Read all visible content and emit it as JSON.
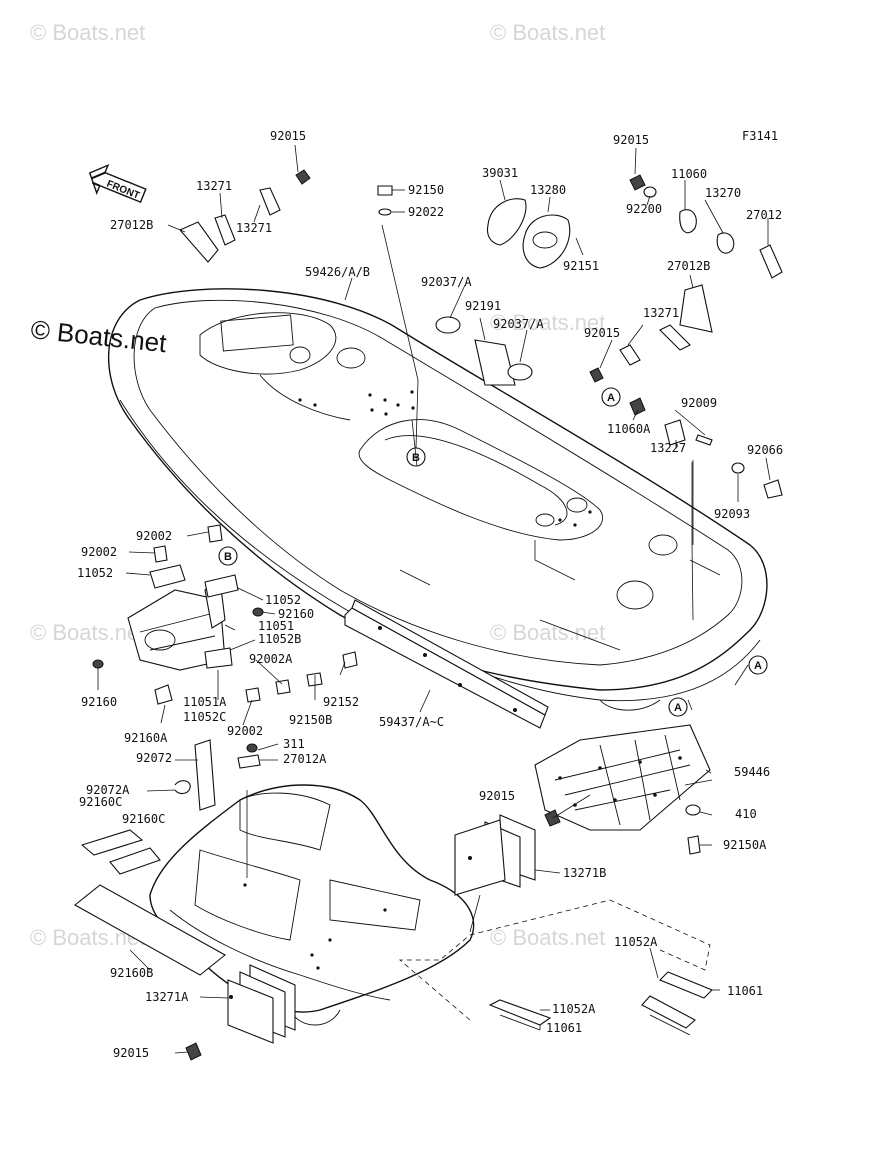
{
  "figure_code": "F3141",
  "front_label": "FRONT",
  "watermarks": {
    "faint": "© Boats.net",
    "large": "© Boats.net"
  },
  "callouts": {
    "a": "A",
    "b": "B"
  },
  "parts": [
    {
      "id": "p1",
      "label": "92015"
    },
    {
      "id": "p2",
      "label": "13271"
    },
    {
      "id": "p3",
      "label": "27012B"
    },
    {
      "id": "p4",
      "label": "13271"
    },
    {
      "id": "p5",
      "label": "92150"
    },
    {
      "id": "p6",
      "label": "92022"
    },
    {
      "id": "p7",
      "label": "59426/A/B"
    },
    {
      "id": "p8",
      "label": "39031"
    },
    {
      "id": "p9",
      "label": "13280"
    },
    {
      "id": "p10",
      "label": "92151"
    },
    {
      "id": "p11",
      "label": "92037/A"
    },
    {
      "id": "p12",
      "label": "92191"
    },
    {
      "id": "p13",
      "label": "92037/A"
    },
    {
      "id": "p14",
      "label": "92015"
    },
    {
      "id": "p15",
      "label": "11060"
    },
    {
      "id": "p16",
      "label": "13270"
    },
    {
      "id": "p17",
      "label": "27012"
    },
    {
      "id": "p18",
      "label": "92200"
    },
    {
      "id": "p19",
      "label": "27012B"
    },
    {
      "id": "p20",
      "label": "13271"
    },
    {
      "id": "p21",
      "label": "92015"
    },
    {
      "id": "p22",
      "label": "92009"
    },
    {
      "id": "p23",
      "label": "11060A"
    },
    {
      "id": "p24",
      "label": "13227"
    },
    {
      "id": "p25",
      "label": "92066"
    },
    {
      "id": "p26",
      "label": "92093"
    },
    {
      "id": "p27",
      "label": "92002"
    },
    {
      "id": "p28",
      "label": "92002"
    },
    {
      "id": "p29",
      "label": "11052"
    },
    {
      "id": "p30",
      "label": "11052"
    },
    {
      "id": "p31",
      "label": "92160"
    },
    {
      "id": "p32",
      "label": "11051"
    },
    {
      "id": "p33",
      "label": "11052B"
    },
    {
      "id": "p34",
      "label": "92002A"
    },
    {
      "id": "p35",
      "label": "92160"
    },
    {
      "id": "p36",
      "label": "11051A"
    },
    {
      "id": "p37",
      "label": "11052C"
    },
    {
      "id": "p38",
      "label": "92152"
    },
    {
      "id": "p39",
      "label": "92150B"
    },
    {
      "id": "p40",
      "label": "59437/A~C"
    },
    {
      "id": "p41",
      "label": "92160A"
    },
    {
      "id": "p42",
      "label": "92002"
    },
    {
      "id": "p43",
      "label": "311"
    },
    {
      "id": "p44",
      "label": "27012A"
    },
    {
      "id": "p45",
      "label": "92072"
    },
    {
      "id": "p46",
      "label": "92072A"
    },
    {
      "id": "p47",
      "label": "92160C"
    },
    {
      "id": "p48",
      "label": "92160C"
    },
    {
      "id": "p49",
      "label": "59446"
    },
    {
      "id": "p50",
      "label": "92015"
    },
    {
      "id": "p51",
      "label": "410"
    },
    {
      "id": "p52",
      "label": "92150A"
    },
    {
      "id": "p53",
      "label": "13271B"
    },
    {
      "id": "p54",
      "label": "92160B"
    },
    {
      "id": "p55",
      "label": "11052A"
    },
    {
      "id": "p56",
      "label": "11061"
    },
    {
      "id": "p57",
      "label": "13271A"
    },
    {
      "id": "p58",
      "label": "11052A"
    },
    {
      "id": "p59",
      "label": "92015"
    },
    {
      "id": "p60",
      "label": "11061"
    }
  ]
}
